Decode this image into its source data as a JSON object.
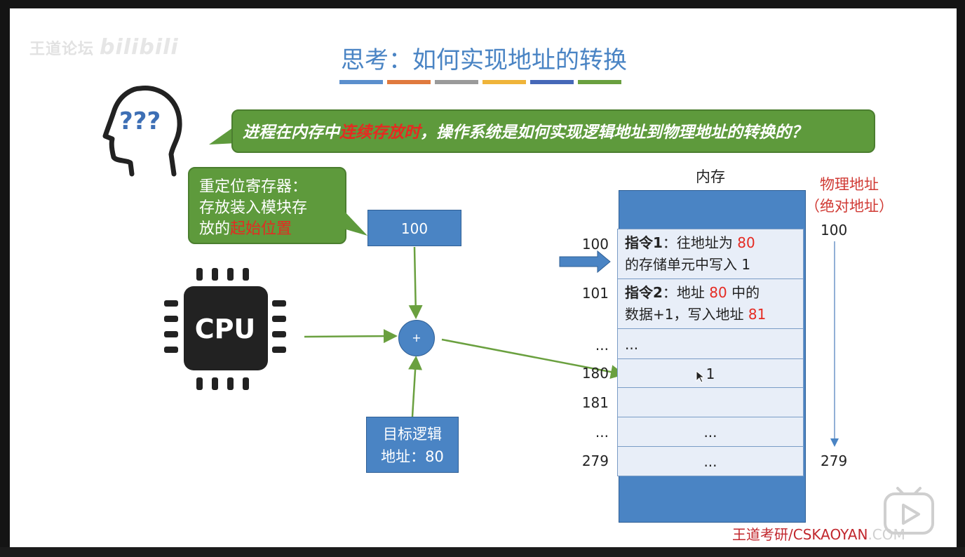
{
  "watermark": {
    "text": "王道论坛",
    "bili": "bilibili"
  },
  "title": "思考：如何实现地址的转换",
  "title_color": "#4a84c4",
  "color_bars": [
    "#5b8fcd",
    "#e07a3e",
    "#9a9a9a",
    "#efb43a",
    "#4668b8",
    "#6aa03f"
  ],
  "question": {
    "before": "进程在内存中",
    "highlight": "连续存放时",
    "after": "，操作系统是如何实现逻辑地址到物理地址的转换的？"
  },
  "head_icon": {
    "icon": "thinking-head-icon",
    "marks": "???"
  },
  "relocation_note": {
    "line1": "重定位寄存器：",
    "line2": "存放装入模块存",
    "line3_before": "放的",
    "line3_highlight": "起始位置"
  },
  "relocation_register_value": "100",
  "plus_sign": "+",
  "cpu_label": "CPU",
  "target_box": {
    "line1": "目标逻辑",
    "line2": "地址：80"
  },
  "memory_label": "内存",
  "physical_label": {
    "line1": "物理地址",
    "line2": "（绝对地址）"
  },
  "memory_rows": [
    {
      "addr": "100",
      "instr_label": "指令1",
      "part1": "：往地址为 ",
      "red1": "80",
      "line2": "的存储单元中写入 1"
    },
    {
      "addr": "101",
      "instr_label": "指令2",
      "part1": "：地址 ",
      "red1": "80",
      "part2": " 中的",
      "line2_before": "数据+1，写入地址 ",
      "red2": "81"
    },
    {
      "addr": "...",
      "text": "..."
    },
    {
      "addr": "180",
      "text": "1"
    },
    {
      "addr": "181",
      "text": ""
    },
    {
      "addr": "...",
      "text": "..."
    },
    {
      "addr": "279",
      "text": "..."
    }
  ],
  "physical_addresses": {
    "top": "100",
    "bottom": "279"
  },
  "footer": {
    "brand": "王道考研/CSKAOYAN",
    "suffix": ".COM"
  },
  "colors": {
    "speech_green": "#5e9a3c",
    "box_blue": "#4a84c4",
    "highlight_red": "#e52a22",
    "arrow_green": "#6aa03f"
  }
}
